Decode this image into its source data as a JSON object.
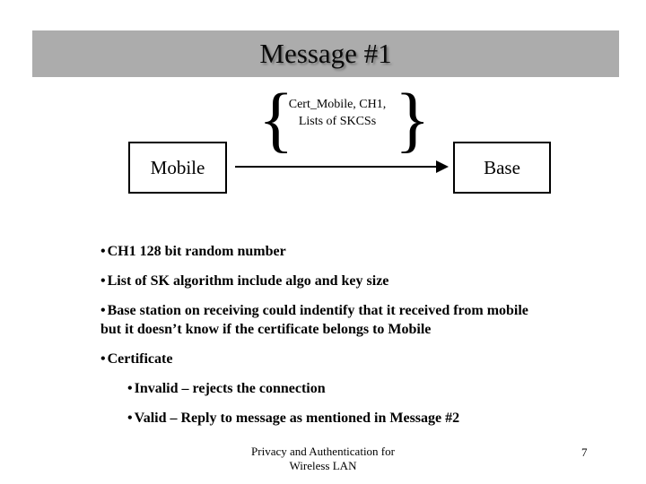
{
  "slide": {
    "title": "Message #1",
    "bullet_glyph": "•",
    "diagram": {
      "brace_left": "{",
      "brace_right": "}",
      "annotation_line1": "Cert_Mobile, CH1,",
      "annotation_line2": "Lists of SKCSs",
      "left_box_label": "Mobile",
      "right_box_label": "Base"
    },
    "bullets": [
      {
        "text": "CH1 128 bit random number"
      },
      {
        "text": "List of SK algorithm include algo and key size"
      },
      {
        "text": "Base station on receiving could indentify that it received from mobile",
        "text2": "but it doesn’t know if the certificate belongs to Mobile"
      },
      {
        "text": "Certificate"
      },
      {
        "text": "Invalid –  rejects the connection"
      },
      {
        "text": "Valid –  Reply to message as mentioned in Message #2"
      }
    ],
    "footer": {
      "line1": "Privacy and Authentication for",
      "line2": "Wireless LAN",
      "page_number": "7"
    },
    "colors": {
      "title_bar_bg": "#acacac",
      "text": "#000000",
      "background": "#ffffff"
    }
  }
}
